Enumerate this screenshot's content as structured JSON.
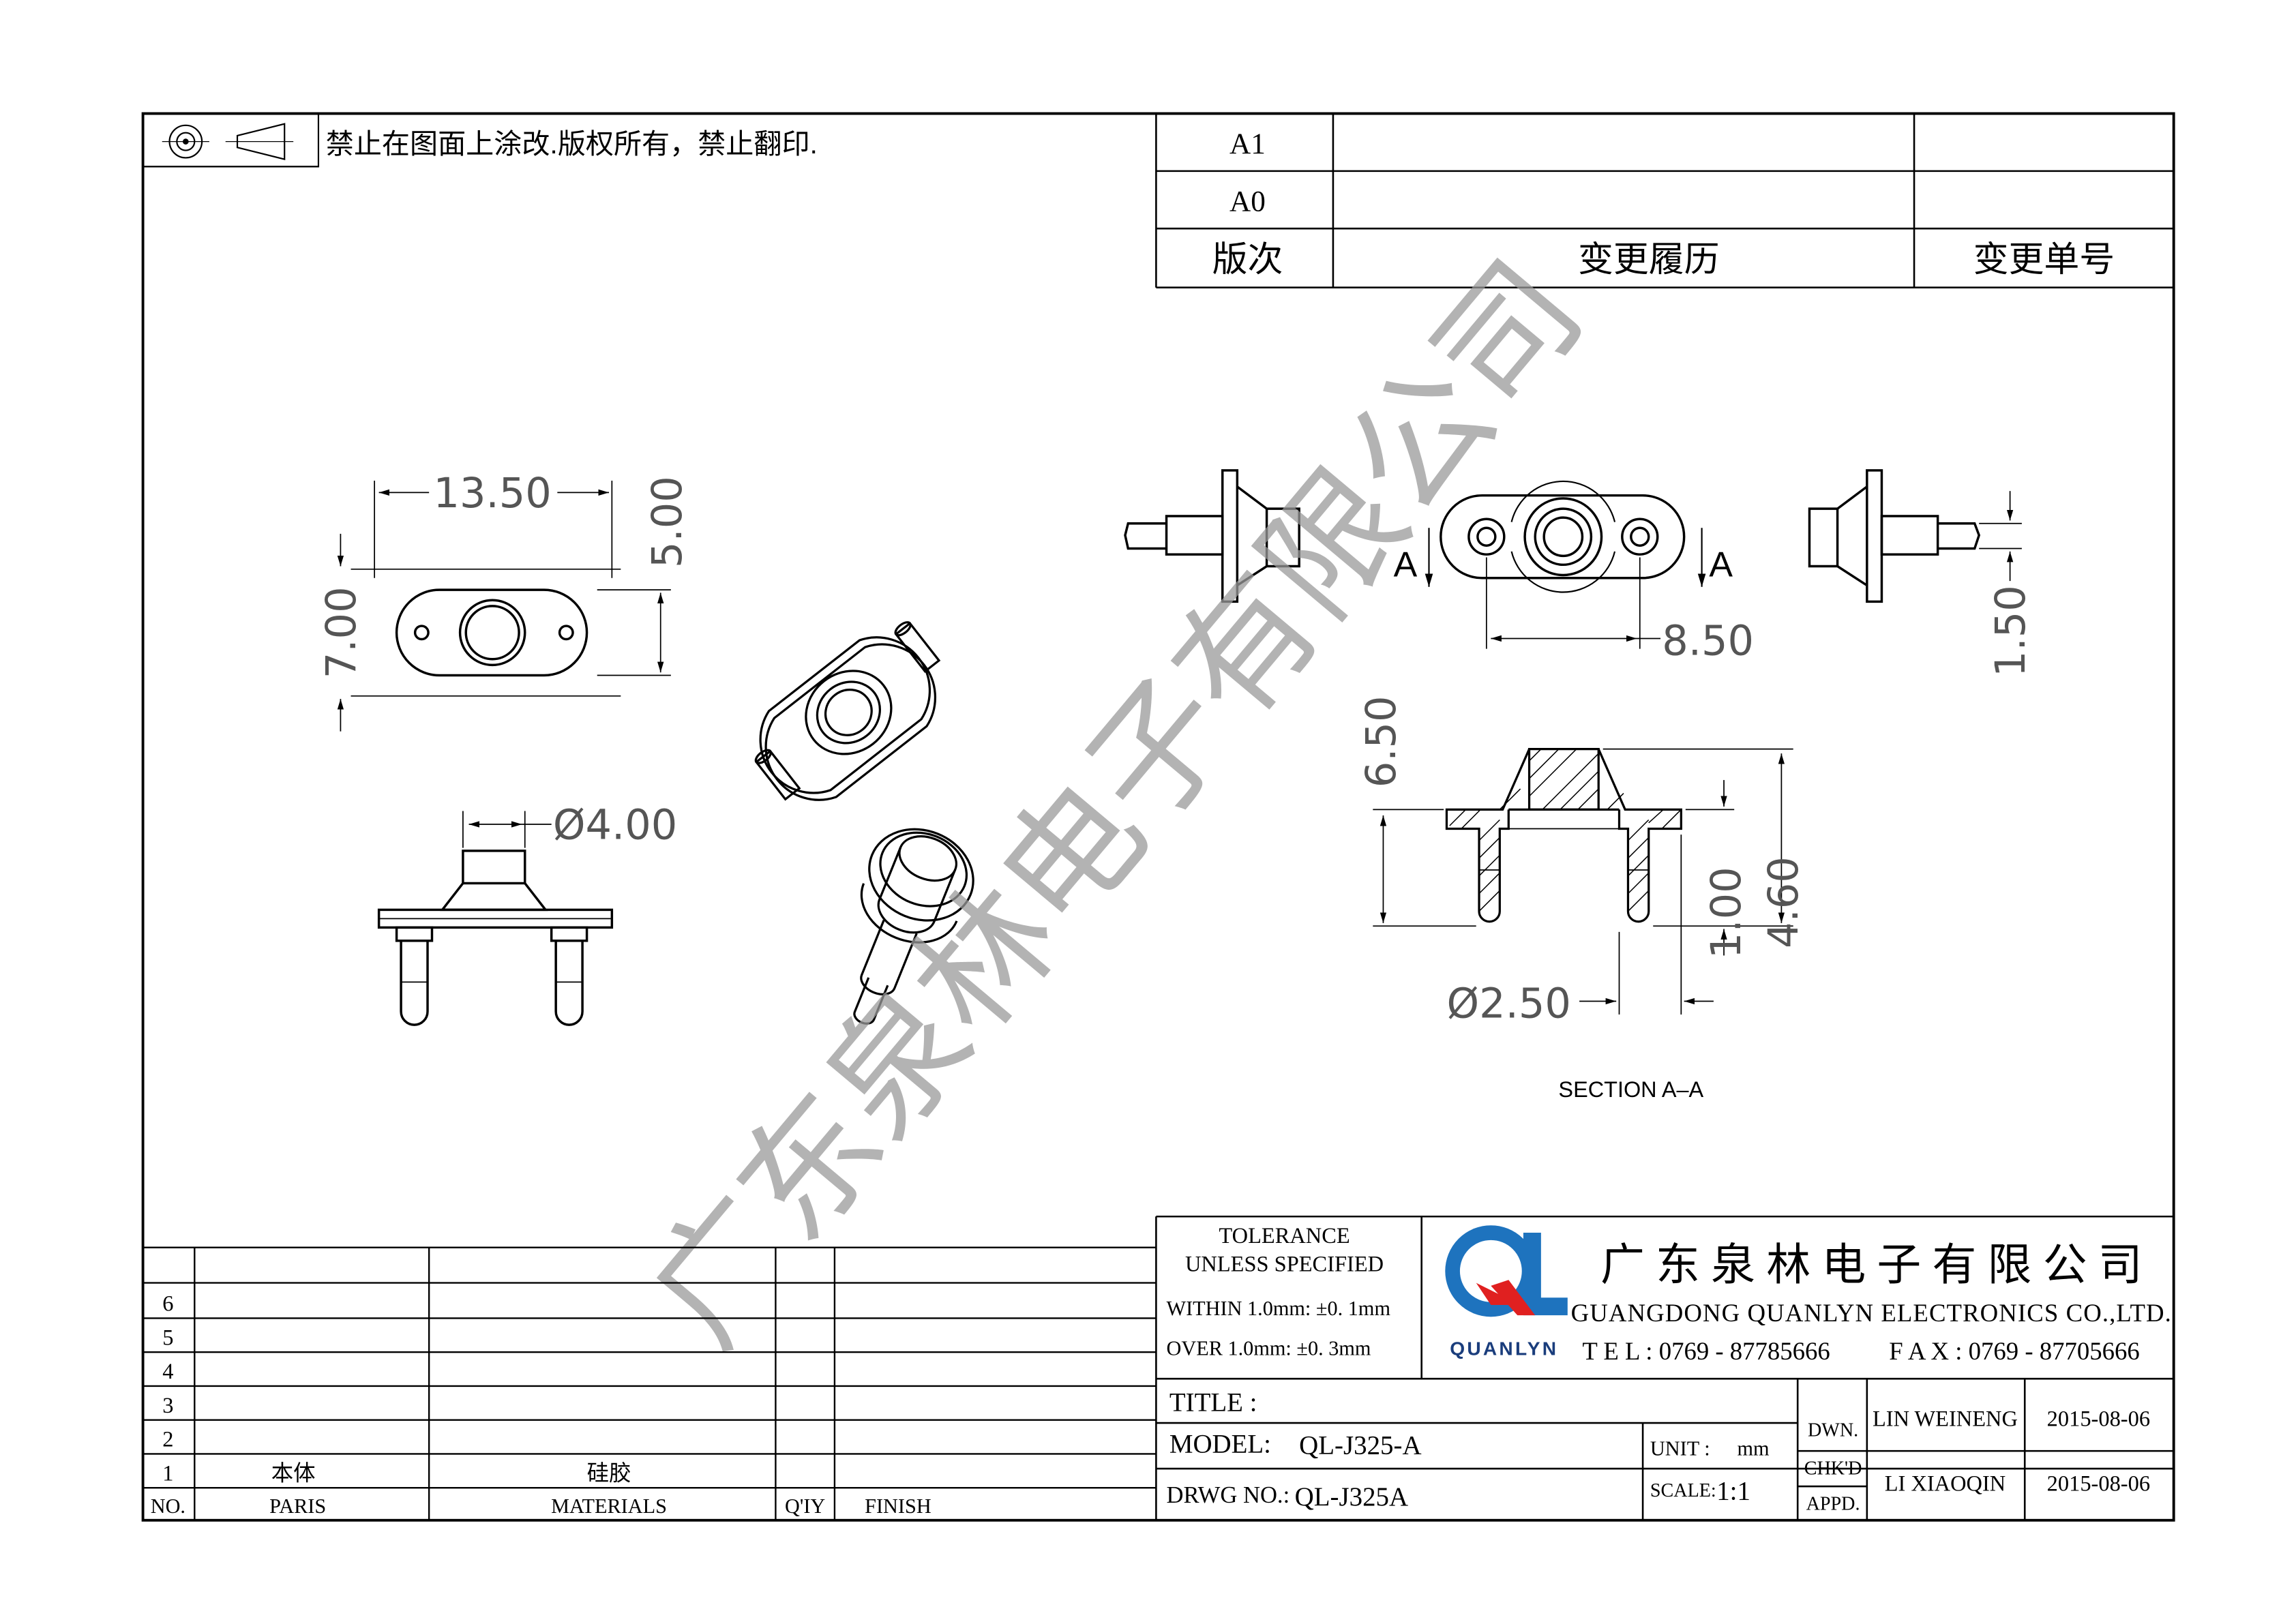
{
  "notice": "禁止在图面上涂改.版权所有，禁止翻印.",
  "revision": {
    "rows": [
      {
        "ver": "A1",
        "history": "",
        "change_no": ""
      },
      {
        "ver": "A0",
        "history": "",
        "change_no": ""
      }
    ],
    "header": {
      "ver": "版次",
      "history": "变更履历",
      "change_no": "变更单号"
    }
  },
  "drawing": {
    "dims": {
      "d1": "13.50",
      "d2": "5.00",
      "d3": "7.00",
      "d4": "Ø4.00",
      "d5": "8.50",
      "d6": "1.50",
      "d7": "6.50",
      "d8": "1.00",
      "d9": "4.60",
      "d10": "Ø2.50"
    },
    "section_marker": "A",
    "section_title": "SECTION  A–A",
    "watermark": "广东泉林电子有限公司"
  },
  "parts": {
    "row_numbers": [
      "6",
      "5",
      "4",
      "3",
      "2",
      "1"
    ],
    "row1": {
      "part": "本体",
      "material": "硅胶",
      "qty": "",
      "finish": ""
    },
    "header": {
      "no": "NO.",
      "part": "PARIS",
      "material": "MATERIALS",
      "qty": "Q'IY",
      "finish": "FINISH"
    }
  },
  "tolerance": {
    "title1": "TOLERANCE",
    "title2": "UNLESS SPECIFIED",
    "line1": "WITHIN 1.0mm: ±0. 1mm",
    "line2": "OVER 1.0mm:   ±0. 3mm"
  },
  "company": {
    "logo_text": "QUANLYN",
    "name_cn": "广 东 泉 林 电 子 有 限 公 司",
    "name_en": "GUANGDONG QUANLYN ELECTRONICS CO.,LTD.",
    "tel": "T E L : 0769 - 87785666",
    "fax": "F A X : 0769 - 87705666",
    "colors": {
      "logo_blue": "#1e73be",
      "logo_red": "#e02020"
    }
  },
  "title_block": {
    "title_label": "TITLE :",
    "model_label": "MODEL:",
    "model_value": "QL-J325-A",
    "drwg_label": "DRWG NO.:",
    "drwg_value": "QL-J325A",
    "unit_label": "UNIT :",
    "unit_value": "mm",
    "scale_label": "SCALE:",
    "scale_value": "1:1",
    "dwn_label": "DWN.",
    "chkd_label": "CHK'D",
    "appd_label": "APPD.",
    "dwn_name": "LIN WEINENG",
    "dwn_date": "2015-08-06",
    "chk_name": "LI XIAOQIN",
    "chk_date": "2015-08-06"
  }
}
